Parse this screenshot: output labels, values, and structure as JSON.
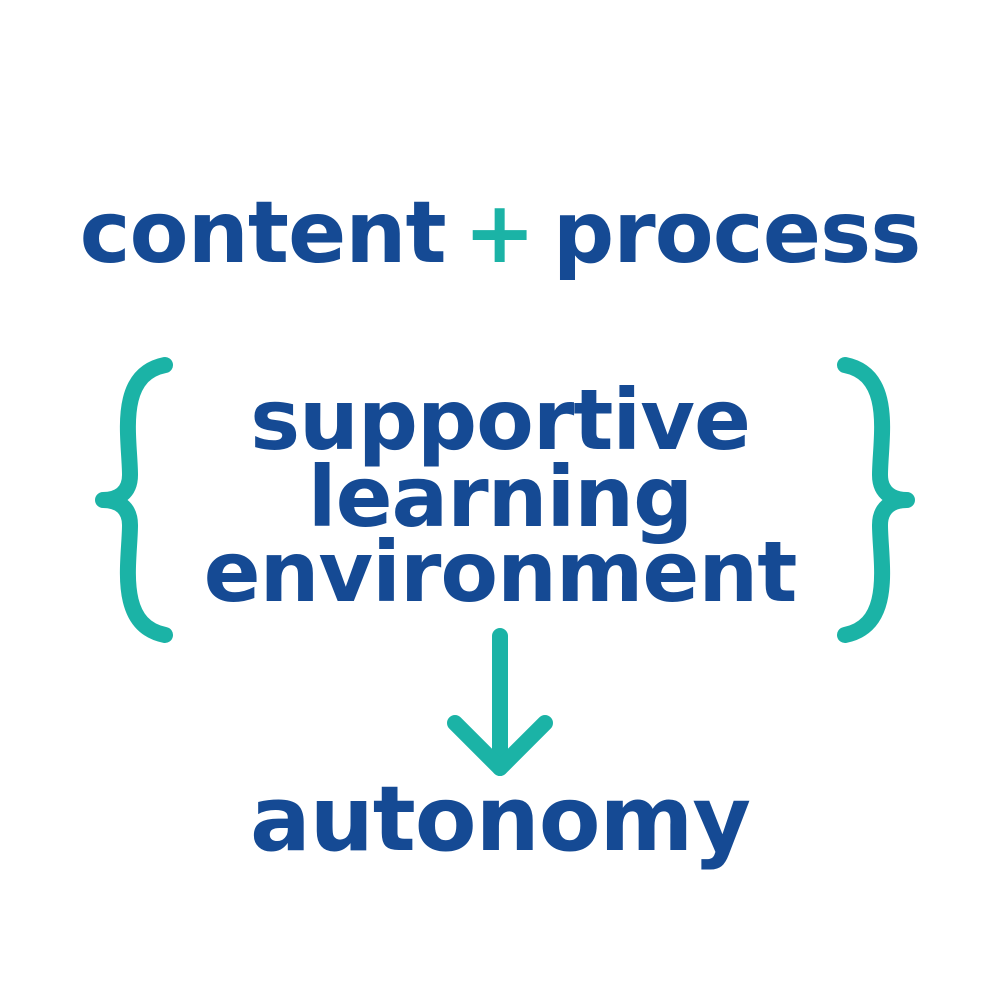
{
  "diagram": {
    "top": {
      "left_term": "content",
      "operator": "+",
      "right_term": "process"
    },
    "grouped_lines": [
      "supportive",
      "learning",
      "environment"
    ],
    "result": "autonomy",
    "colors": {
      "text": "#154a94",
      "accent": "#1bb3a6",
      "background": "#ffffff"
    },
    "icons": {
      "left_brace": "left-curly-brace-icon",
      "right_brace": "right-curly-brace-icon",
      "arrow": "down-arrow-icon"
    }
  }
}
